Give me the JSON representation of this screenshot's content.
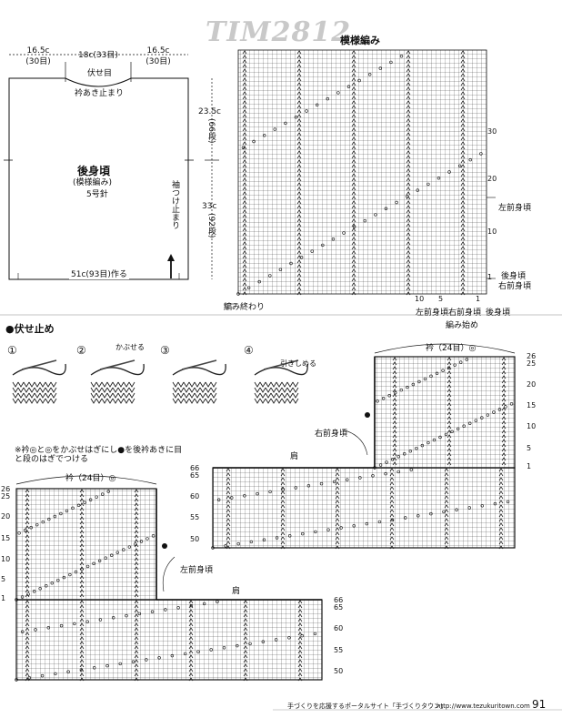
{
  "header": {
    "code": "TIM2812",
    "chart_title": "模様編み"
  },
  "back_body": {
    "widths": [
      "16.5c",
      "(30目)",
      "18c(33目)",
      "16.5c",
      "(30目)"
    ],
    "bind_off": "伏せ目",
    "neck_stop": "衿あき止まり",
    "name": "後身頃",
    "pattern": "(模様編み)",
    "needle": "5号針",
    "sleeve_stop": "袖つけ止まり",
    "upper_height": "23.5c",
    "upper_rows": "(66段)",
    "lower_height": "33c",
    "lower_rows": "(92段)",
    "cast_on": "51c(93目)作る"
  },
  "main_chart": {
    "row_numbers": [
      "30",
      "20",
      "10",
      "1"
    ],
    "left_front_label": "左前身頃",
    "back_label": "後身頃",
    "right_front_label": "右前身頃",
    "bottom_labels": [
      "左前身頃",
      "右前身頃",
      "後身頃"
    ],
    "col_numbers": [
      "10",
      "5",
      "1"
    ],
    "end": "編み終わり",
    "start": "編み始め"
  },
  "bindoff_section": {
    "title": "●伏せ止め",
    "steps": [
      "①",
      "②",
      "③",
      "④"
    ],
    "step2_note": "かぶせる",
    "step4_note": "引きしめる"
  },
  "right_front": {
    "neck": "衿（24目）◎",
    "name": "右前身頃",
    "shoulder": "肩",
    "rows_right": [
      "26",
      "25",
      "20",
      "15",
      "10",
      "5",
      "1"
    ],
    "rows_left": [
      "66",
      "65",
      "60",
      "55",
      "50"
    ]
  },
  "note": "※衿◎と◎をかぶせはぎにし●を後衿あきに目と段のはぎでつける",
  "left_front": {
    "neck": "衿（24目）◎",
    "name": "左前身頃",
    "shoulder": "肩",
    "rows_left": [
      "26",
      "25",
      "20",
      "15",
      "10",
      "5",
      "1"
    ],
    "rows_right": [
      "66",
      "65",
      "60",
      "55",
      "50"
    ]
  },
  "footer": {
    "text": "手づくりを応援するポータルサイト「手づくりタウン」",
    "url": "http://www.tezukuritown.com",
    "page": "91"
  }
}
